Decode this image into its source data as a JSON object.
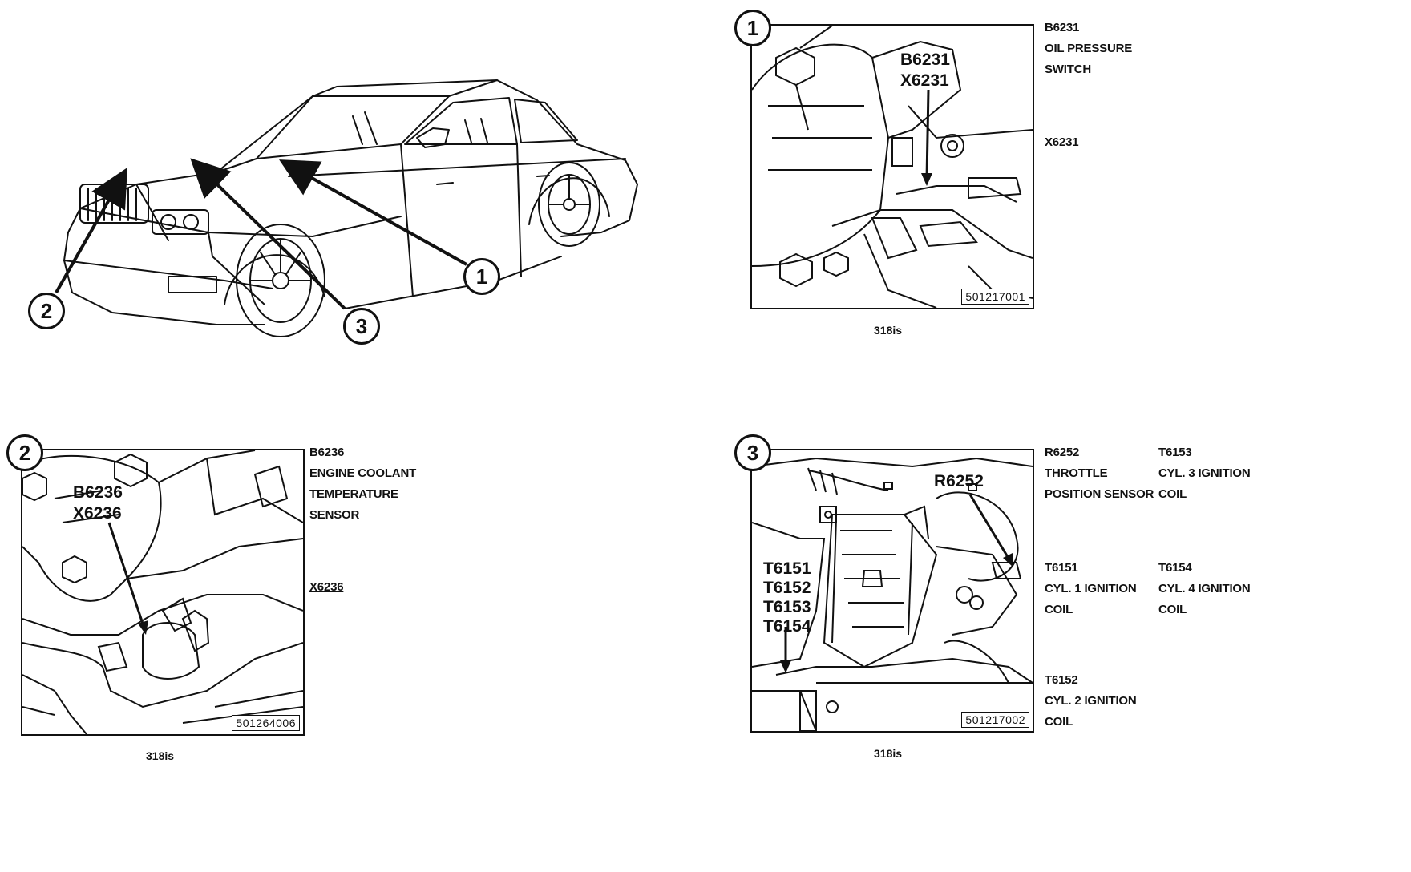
{
  "overview": {
    "markers": [
      "1",
      "2",
      "3"
    ]
  },
  "panel1": {
    "badge": "1",
    "callout": [
      "B6231",
      "X6231"
    ],
    "ref_code": "501217001",
    "legend": [
      "B6231",
      "OIL PRESSURE",
      "SWITCH"
    ],
    "connector": "X6231",
    "model": "318is"
  },
  "panel2": {
    "badge": "2",
    "callout": [
      "B6236",
      "X6236"
    ],
    "ref_code": "501264006",
    "legend": [
      "B6236",
      "ENGINE COOLANT",
      "TEMPERATURE",
      "SENSOR"
    ],
    "connector": "X6236",
    "model": "318is"
  },
  "panel3": {
    "badge": "3",
    "callout_top": "R6252",
    "callout_left": [
      "T6151",
      "T6152",
      "T6153",
      "T6154"
    ],
    "ref_code": "501217002",
    "legend": {
      "r6252": [
        "R6252",
        "THROTTLE",
        "POSITION SENSOR"
      ],
      "t6153": [
        "T6153",
        "CYL. 3 IGNITION",
        "COIL"
      ],
      "t6151": [
        "T6151",
        "CYL. 1 IGNITION",
        "COIL"
      ],
      "t6154": [
        "T6154",
        "CYL. 4 IGNITION",
        "COIL"
      ],
      "t6152": [
        "T6152",
        "CYL. 2 IGNITION",
        "COIL"
      ]
    },
    "model": "318is"
  }
}
